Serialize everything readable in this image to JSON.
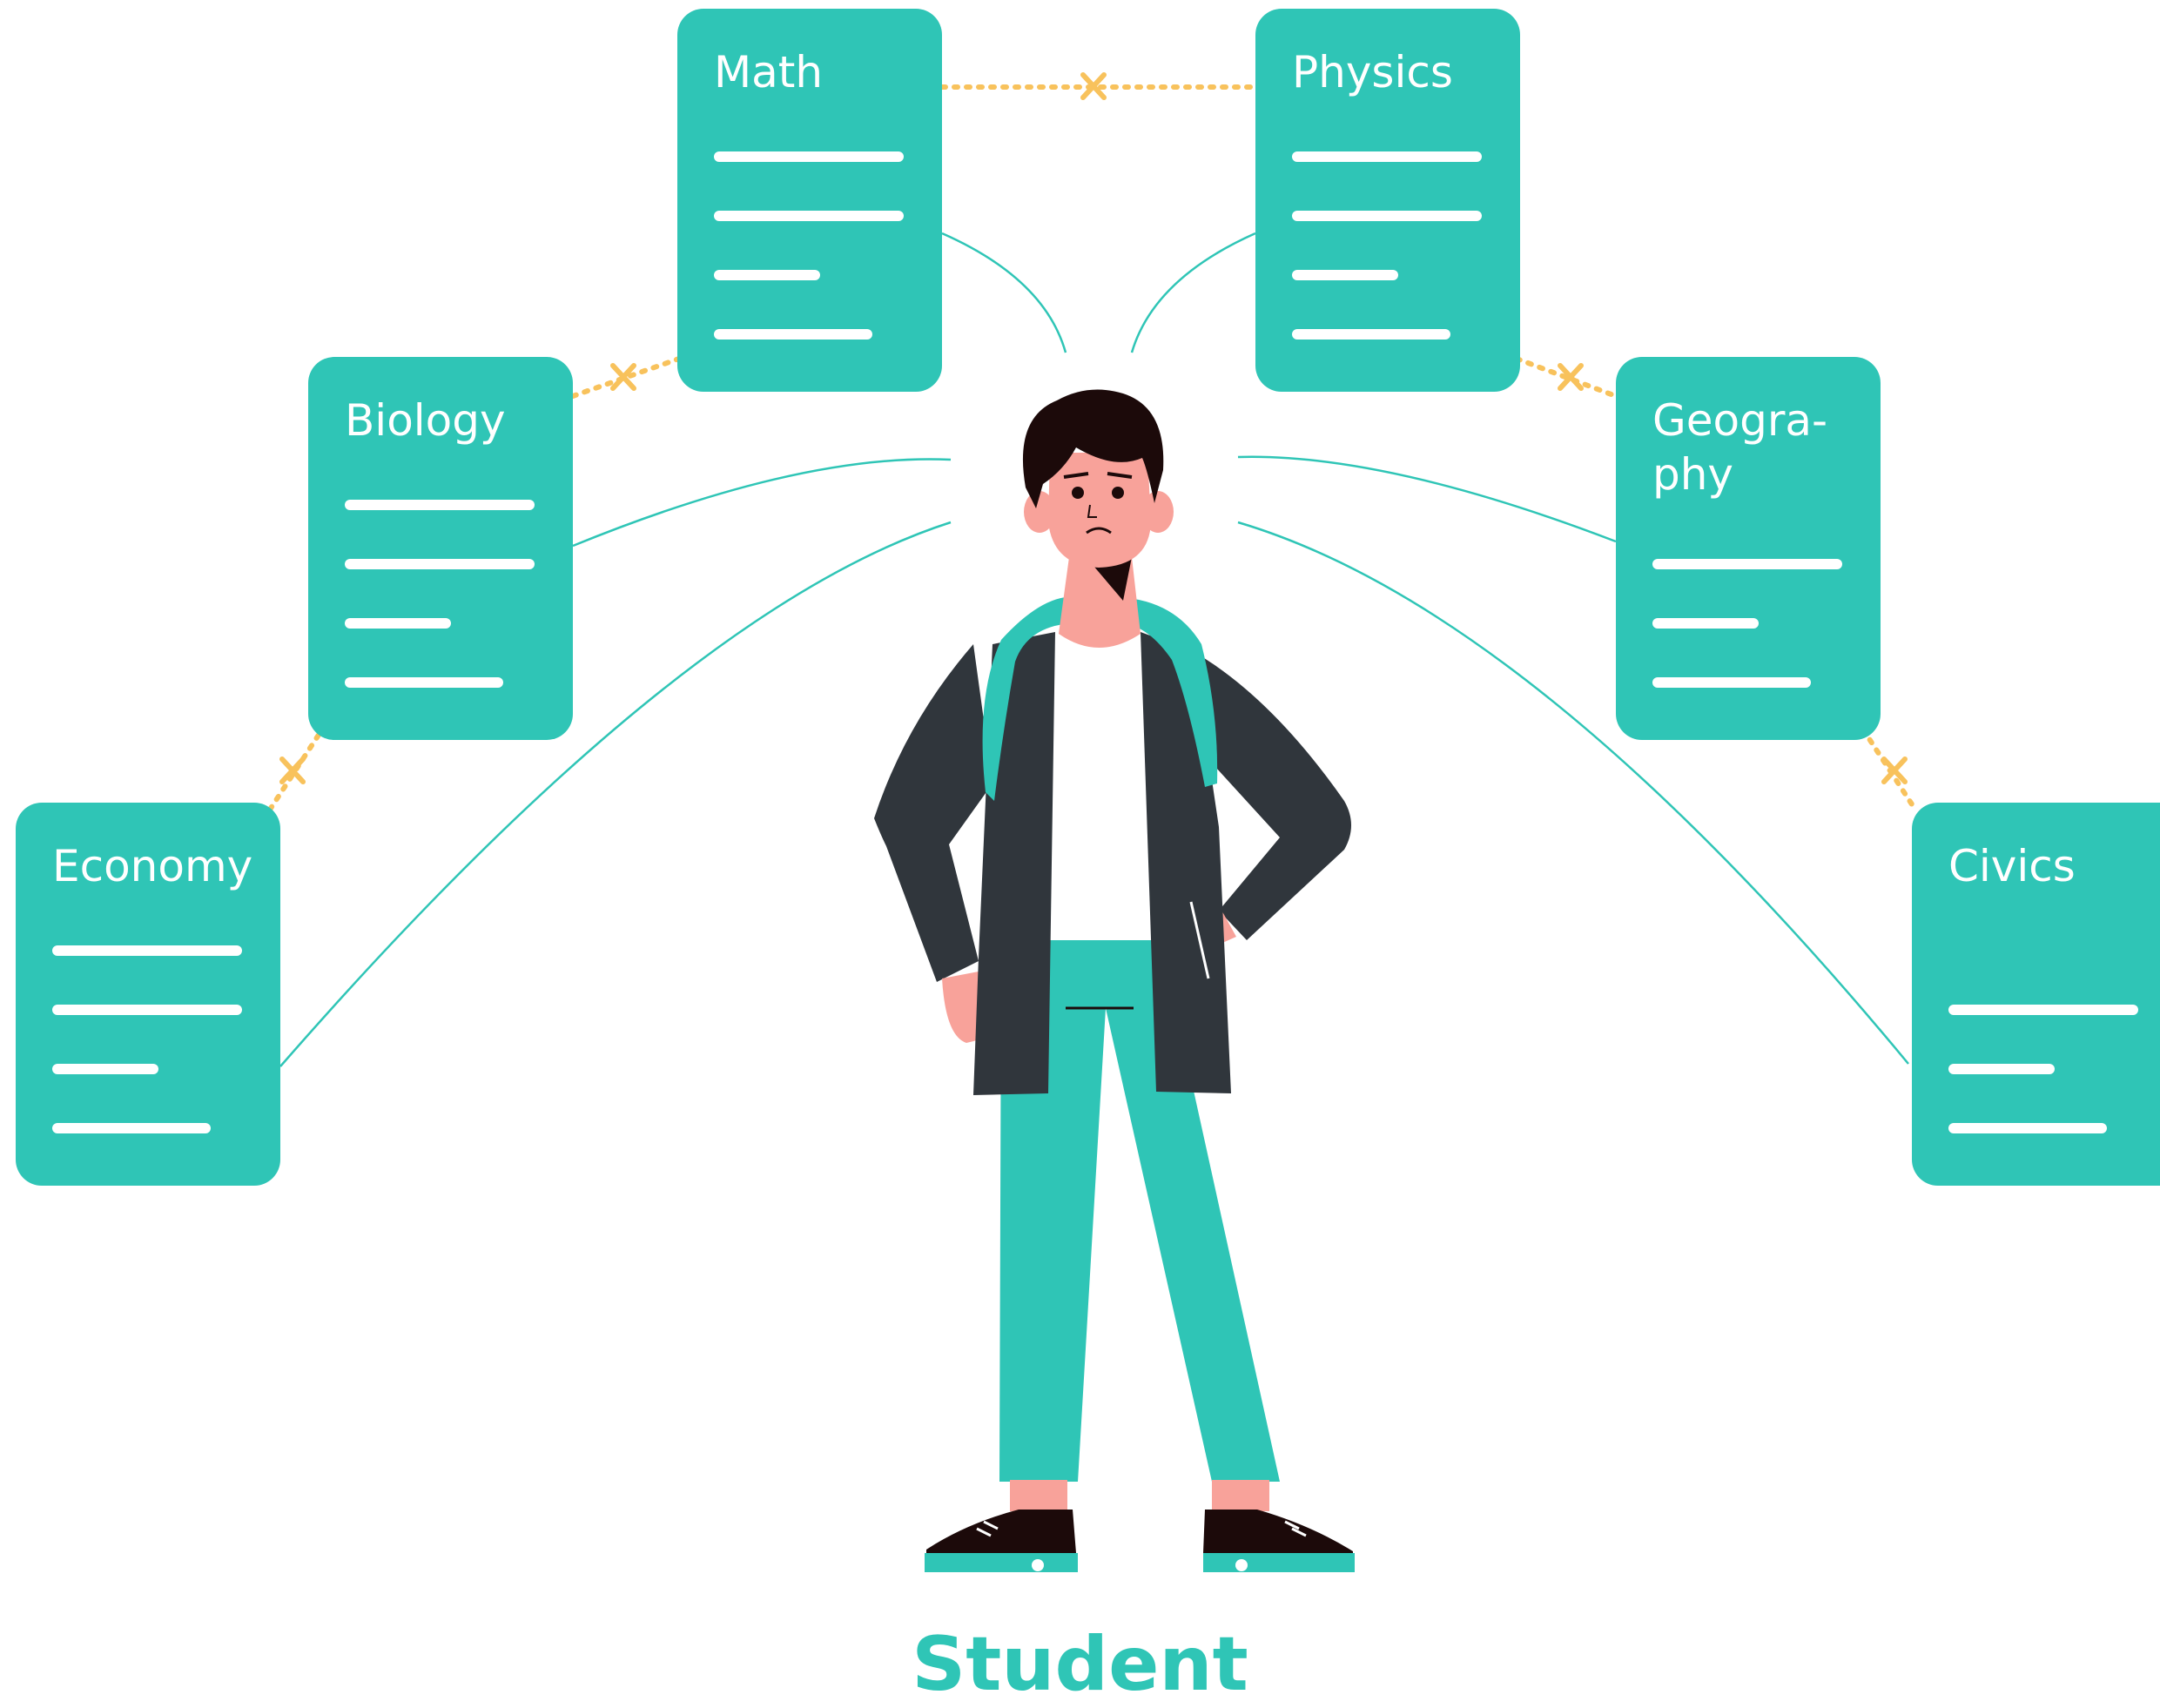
{
  "subjects": {
    "math": {
      "label": "Math"
    },
    "physics": {
      "label": "Physics"
    },
    "biology": {
      "label": "Biology"
    },
    "geography": {
      "label": "Geogra-\nphy"
    },
    "economy": {
      "label": "Economy"
    },
    "civics": {
      "label": "Civics"
    }
  },
  "caption": "Student",
  "colors": {
    "card": "#2fc5b6",
    "connector": "#2fc5b6",
    "dotted_link": "#f8c25c",
    "jacket": "#30363c",
    "skin": "#f8a29a",
    "hair": "#1c0a0a",
    "pants": "#2fc5b6"
  }
}
